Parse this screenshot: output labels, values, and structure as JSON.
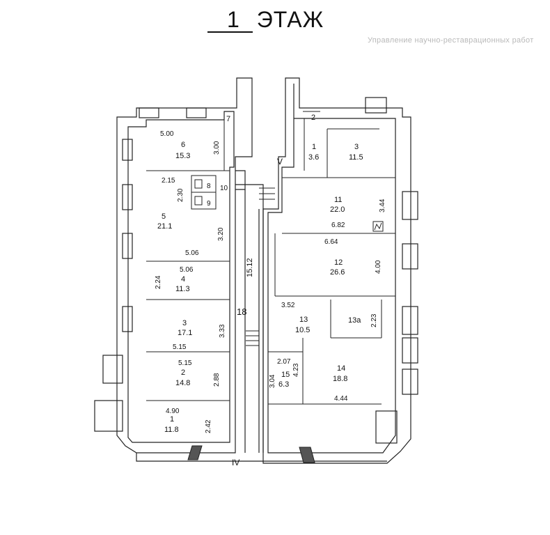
{
  "title": {
    "number": "1",
    "word": "ЭТАЖ"
  },
  "stamp_text": "Управление научно-реставрационных работ",
  "axis_marks": {
    "top": "V",
    "bottom": "IV"
  },
  "corridor": {
    "number": "18",
    "length": "15.12"
  },
  "left_rooms": [
    {
      "id": "6",
      "area": "15.3"
    },
    {
      "id": "5",
      "area": "21.1"
    },
    {
      "id": "4",
      "area": "11.3"
    },
    {
      "id": "3",
      "area": "17.1"
    },
    {
      "id": "2",
      "area": "14.8"
    },
    {
      "id": "1",
      "area": "11.8"
    },
    {
      "id": "7"
    },
    {
      "id": "8"
    },
    {
      "id": "9"
    },
    {
      "id": "10"
    }
  ],
  "right_rooms": [
    {
      "id": "1",
      "area": "3.6"
    },
    {
      "id": "3",
      "area": "11.5"
    },
    {
      "id": "11",
      "area": "22.0"
    },
    {
      "id": "12",
      "area": "26.6"
    },
    {
      "id": "13",
      "area": "10.5"
    },
    {
      "id": "13а"
    },
    {
      "id": "14",
      "area": "18.8"
    },
    {
      "id": "15",
      "area": "6.3"
    },
    {
      "id": "2"
    }
  ],
  "dimensions": [
    "5.00",
    "3.00",
    "2.15",
    "2.30",
    "3.20",
    "5.06",
    "5.06",
    "2.24",
    "3.33",
    "5.15",
    "5.15",
    "2.88",
    "4.90",
    "2.42",
    "3.44",
    "6.82",
    "6.64",
    "4.00",
    "3.52",
    "2.23",
    "2.07",
    "4.23",
    "3.04",
    "4.44"
  ]
}
